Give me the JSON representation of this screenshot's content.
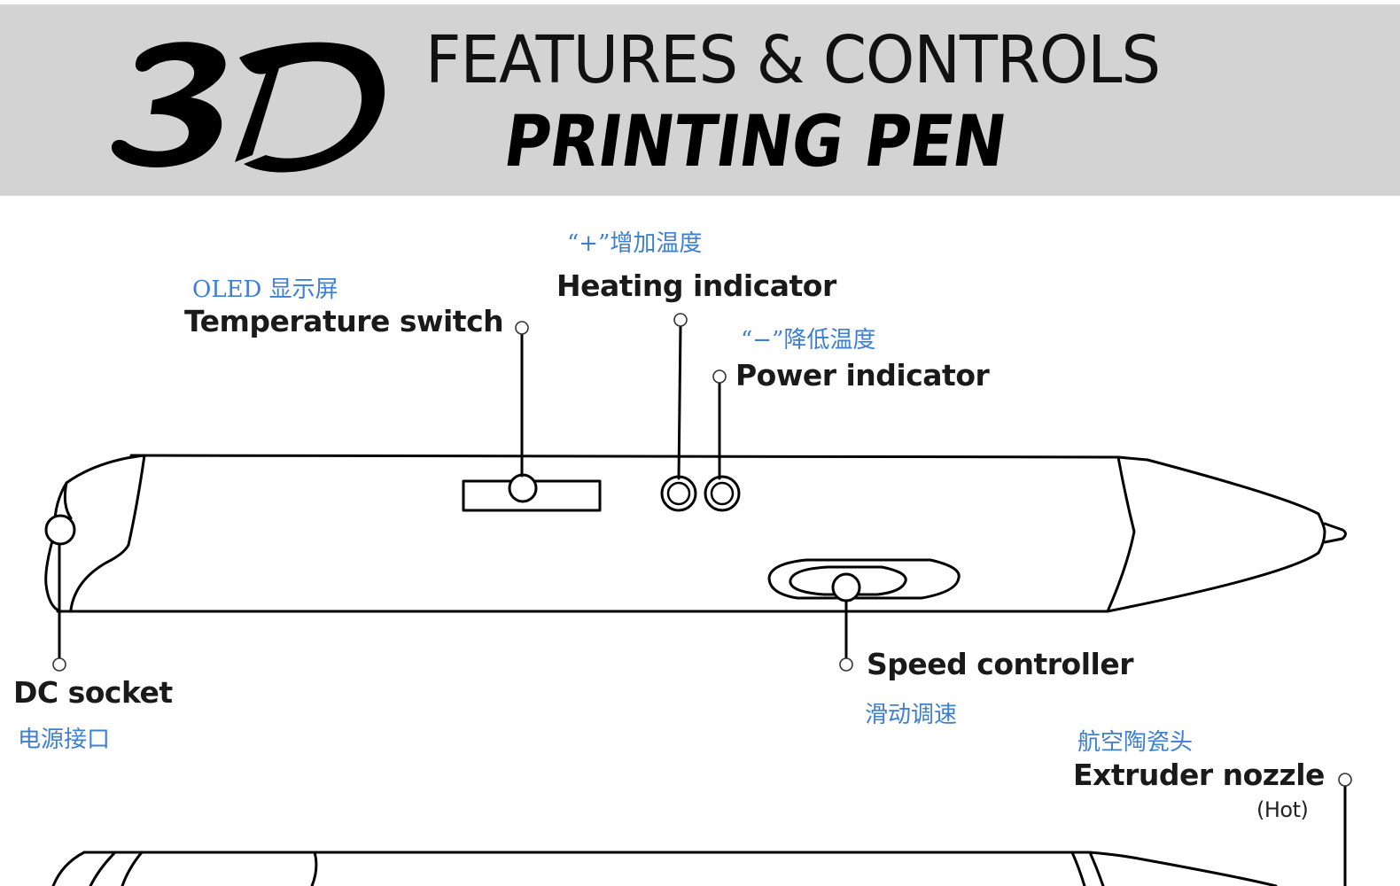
{
  "header": {
    "logo_text": "3D",
    "title_line1": "FEATURES & CONTROLS",
    "title_line2": "PRINTING PEN",
    "background_color": "#d3d3d3"
  },
  "colors": {
    "english_label": "#1a1a1a",
    "chinese_label": "#3e7fd1",
    "outline": "#000000"
  },
  "callouts": [
    {
      "id": "temperature-switch",
      "english": "Temperature switch",
      "chinese": "OLED 显示屏"
    },
    {
      "id": "heating-indicator",
      "english": "Heating indicator",
      "chinese": "“+”增加温度"
    },
    {
      "id": "power-indicator",
      "english": "Power indicator",
      "chinese": "“−”降低温度"
    },
    {
      "id": "dc-socket",
      "english": "DC socket",
      "chinese": "电源接口"
    },
    {
      "id": "speed-controller",
      "english": "Speed controller",
      "chinese": "滑动调速"
    },
    {
      "id": "extruder-nozzle",
      "english": "Extruder nozzle",
      "note": "(Hot)",
      "chinese": "航空陶瓷头"
    }
  ]
}
